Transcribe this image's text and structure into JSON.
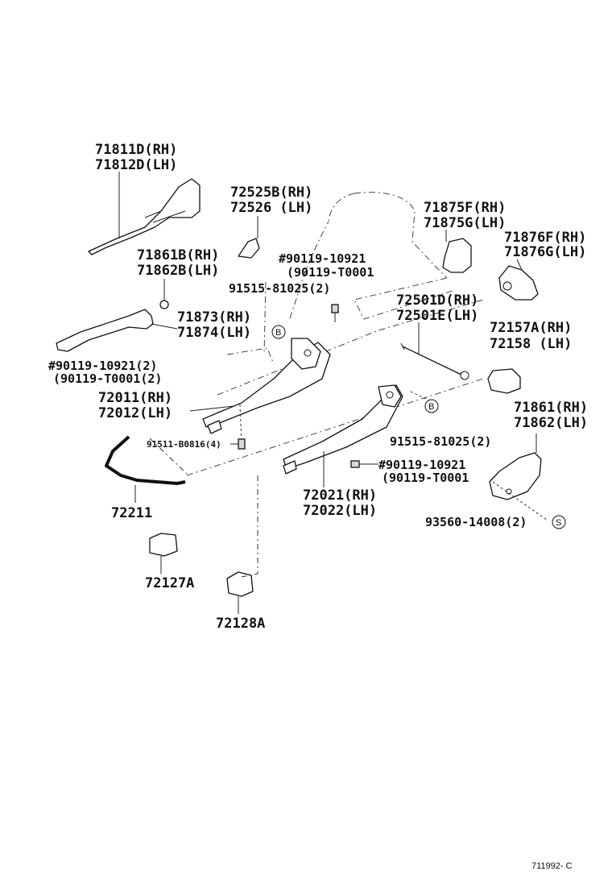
{
  "diagram": {
    "figure_ref": "711992- C",
    "callouts": {
      "b": "B",
      "s": "S"
    },
    "labels": {
      "l71811d": "71811D(RH)",
      "l71812d": "71812D(LH)",
      "l72525b": "72525B(RH)",
      "l72526": "72526  (LH)",
      "l71875f": "71875F(RH)",
      "l71875g": "71875G(LH)",
      "l71876f": "71876F(RH)",
      "l71876g": "71876G(LH)",
      "l71861b": "71861B(RH)",
      "l71862b": "71862B(LH)",
      "l90119a1": "#90119-10921",
      "l90119a2": "(90119-T0001",
      "l91515a": "91515-81025(2)",
      "l72501d": "72501D(RH)",
      "l72501e": "72501E(LH)",
      "l71873": "71873(RH)",
      "l71874": "71874(LH)",
      "l72157a": "72157A(RH)",
      "l72158": "72158  (LH)",
      "l90119b1": "#90119-10921(2)",
      "l90119b2": "(90119-T0001(2)",
      "l72011": "72011(RH)",
      "l72012": "72012(LH)",
      "l71861": "71861(RH)",
      "l71862": "71862(LH)",
      "l91511": "91511-B0816(4)",
      "l91515b": "91515-81025(2)",
      "l90119c1": "#90119-10921",
      "l90119c2": "(90119-T0001",
      "l72021": "72021(RH)",
      "l72022": "72022(LH)",
      "l72211": "72211",
      "l93560": "93560-14008(2)",
      "l72127a": "72127A",
      "l72128a": "72128A"
    }
  }
}
